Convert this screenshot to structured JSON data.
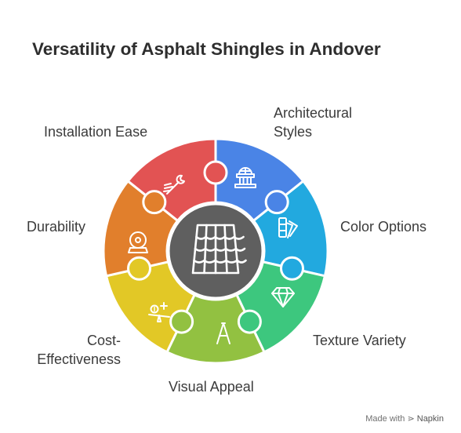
{
  "title": "Versatility of Asphalt Shingles in Andover",
  "center": {
    "icon": "asphalt-shingles-icon",
    "color": "#5f5f5f"
  },
  "segments": [
    {
      "key": "architectural",
      "label": "Architectural Styles",
      "label_lines": [
        "Architectural",
        "Styles"
      ],
      "icon": "building-columns-icon",
      "color": "#4a84e6"
    },
    {
      "key": "color",
      "label": "Color Options",
      "label_lines": [
        "Color Options"
      ],
      "icon": "color-swatch-icon",
      "color": "#22a9df"
    },
    {
      "key": "texture",
      "label": "Texture Variety",
      "label_lines": [
        "Texture Variety"
      ],
      "icon": "diamond-icon",
      "color": "#3dc77e"
    },
    {
      "key": "visual",
      "label": "Visual Appeal",
      "label_lines": [
        "Visual Appeal"
      ],
      "icon": "letter-a-icon",
      "color": "#92c141"
    },
    {
      "key": "cost",
      "label": "Cost-Effectiveness",
      "label_lines": [
        "Cost-",
        "Effectiveness"
      ],
      "icon": "coins-balance-icon",
      "color": "#e2c826"
    },
    {
      "key": "durability",
      "label": "Durability",
      "label_lines": [
        "Durability"
      ],
      "icon": "crystal-ball-icon",
      "color": "#e17f2c"
    },
    {
      "key": "installation",
      "label": "Installation Ease",
      "label_lines": [
        "Installation Ease"
      ],
      "icon": "wrench-tools-icon",
      "color": "#e25353"
    }
  ],
  "credit": {
    "prefix": "Made with",
    "brand": "Napkin"
  }
}
